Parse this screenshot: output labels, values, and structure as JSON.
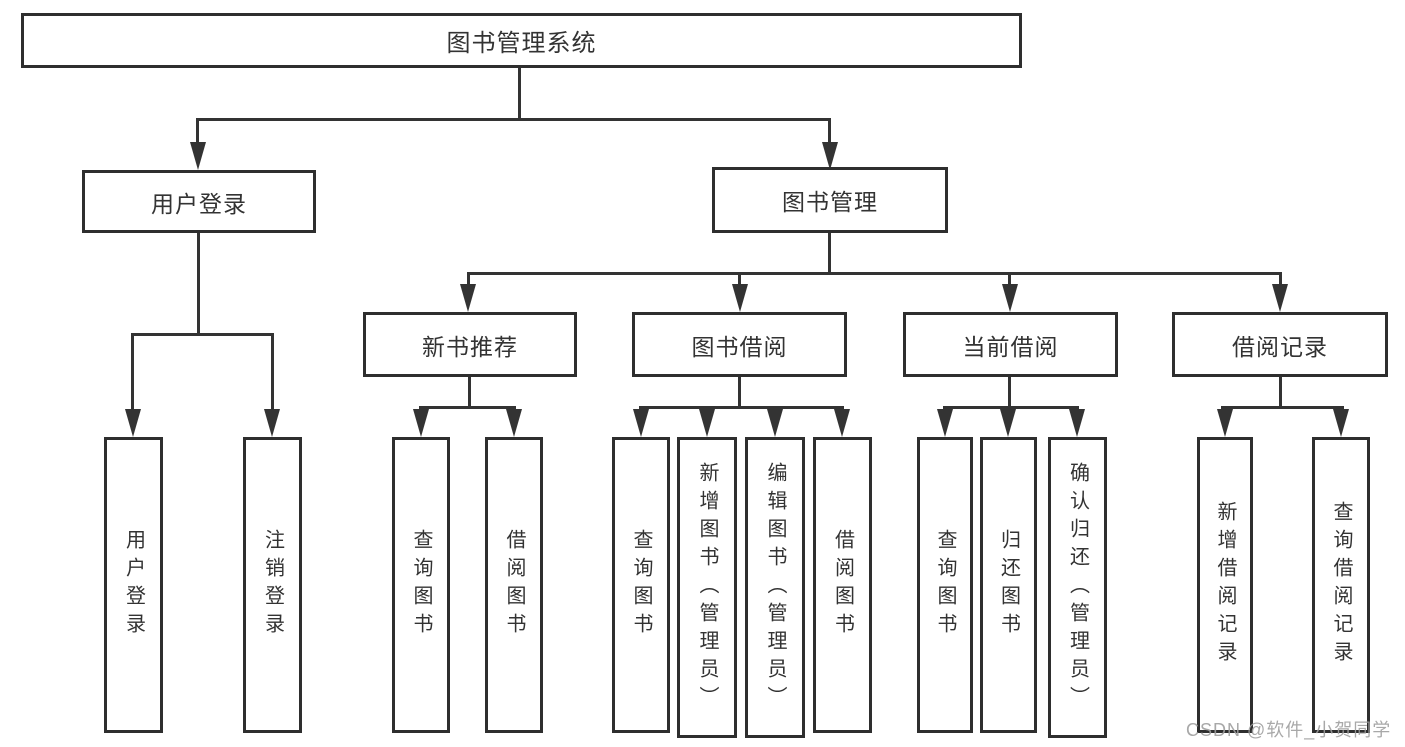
{
  "diagram": {
    "root": {
      "label": "图书管理系统"
    },
    "nodes": {
      "user_login": "用户登录",
      "book_management": "图书管理",
      "new_book_recommend": "新书推荐",
      "book_borrowing": "图书借阅",
      "current_borrowing": "当前借阅",
      "borrowing_records": "借阅记录",
      "leaf_user_login": "用户登录",
      "leaf_logout": "注销登录",
      "leaf_nb_query_books": "查询图书",
      "leaf_nb_borrow_books": "借阅图书",
      "leaf_bb_query_books": "查询图书",
      "leaf_bb_add_books": "新增图书（管理员）",
      "leaf_bb_edit_books": "编辑图书（管理员）",
      "leaf_bb_borrow_books": "借阅图书",
      "leaf_cb_query_books": "查询图书",
      "leaf_cb_return_books": "归还图书",
      "leaf_cb_confirm_return": "确认归还（管理员）",
      "leaf_br_add_record": "新增借阅记录",
      "leaf_br_query_record": "查询借阅记录"
    }
  },
  "watermark": {
    "text": "CSDN @软件_小贺同学"
  },
  "colors": {
    "line": "#333333",
    "box_border": "#2e2e2e",
    "text": "#333333",
    "watermark": "#9e9e9e",
    "background": "#ffffff"
  }
}
